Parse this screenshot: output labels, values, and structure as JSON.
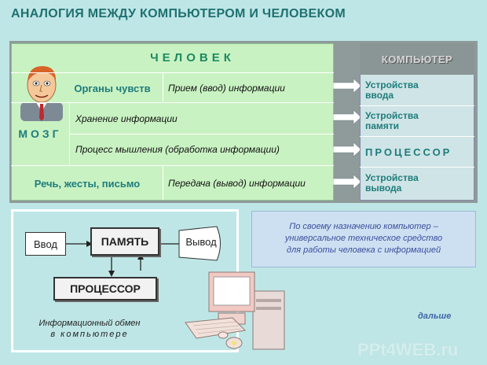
{
  "title": "АНАЛОГИЯ МЕЖДУ КОМПЬЮТЕРОМ И ЧЕЛОВЕКОМ",
  "human": {
    "header": "ЧЕЛОВЕК",
    "rows": {
      "organs_label": "Органы чувств",
      "organs_func": "Прием (ввод) информации",
      "brain_label": "МОЗГ",
      "storage_func": "Хранение информации",
      "thinking_func": "Процесс мышления (обработка информации)",
      "speech_label": "Речь, жесты, письмо",
      "speech_func": "Передача (вывод) информации"
    }
  },
  "computer": {
    "header": "КОМПЬЮТЕР",
    "input_l1": "Устройства",
    "input_l2": "ввода",
    "memory_l1": "Устройства",
    "memory_l2": "памяти",
    "processor": "ПРОЦЕССОР",
    "output_l1": "Устройства",
    "output_l2": "вывода"
  },
  "scheme": {
    "input": "Ввод",
    "memory": "ПАМЯТЬ",
    "output": "Вывод",
    "processor": "ПРОЦЕССОР",
    "caption_l1": "Информационный обмен",
    "caption_l2": "в компьютере"
  },
  "note": {
    "l1": "По своему назначению компьютер –",
    "l2": "универсальное техническое средство",
    "l3": "для работы человека с информацией"
  },
  "next_label": "дальше",
  "watermark": "PPt4WEB.ru",
  "colors": {
    "background": "#bfe6e6",
    "human_block": "#c9f2c2",
    "accent_text": "#1e7c7c"
  }
}
